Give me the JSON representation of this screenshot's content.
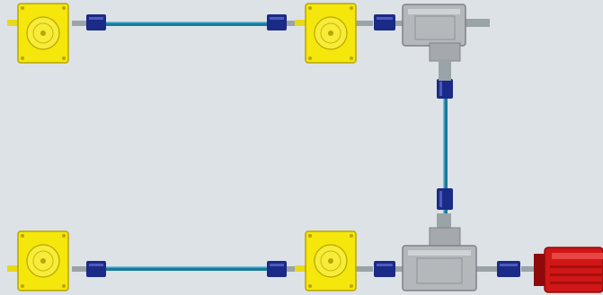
{
  "colors": {
    "background": "#dde2e6",
    "jack_body": "#f5e60c",
    "jack_edge": "#b7a600",
    "jack_shaft": "#e8d81a",
    "coupling": "#1a2a86",
    "coupling_light": "#4d5bc0",
    "shaft": "#1b7a9c",
    "gearbox": "#b5b8bb",
    "gearbox_dark": "#7e8286",
    "motor": "#d01616",
    "motor_dark": "#8e0a0a"
  },
  "components": {
    "screw_jacks": [
      {
        "id": "jack-top-left"
      },
      {
        "id": "jack-top-middle"
      },
      {
        "id": "jack-bottom-left"
      },
      {
        "id": "jack-bottom-middle"
      }
    ],
    "bevel_gearboxes": [
      {
        "id": "gearbox-top-right"
      },
      {
        "id": "gearbox-bottom-right"
      }
    ],
    "motor": {
      "id": "electric-motor"
    }
  }
}
